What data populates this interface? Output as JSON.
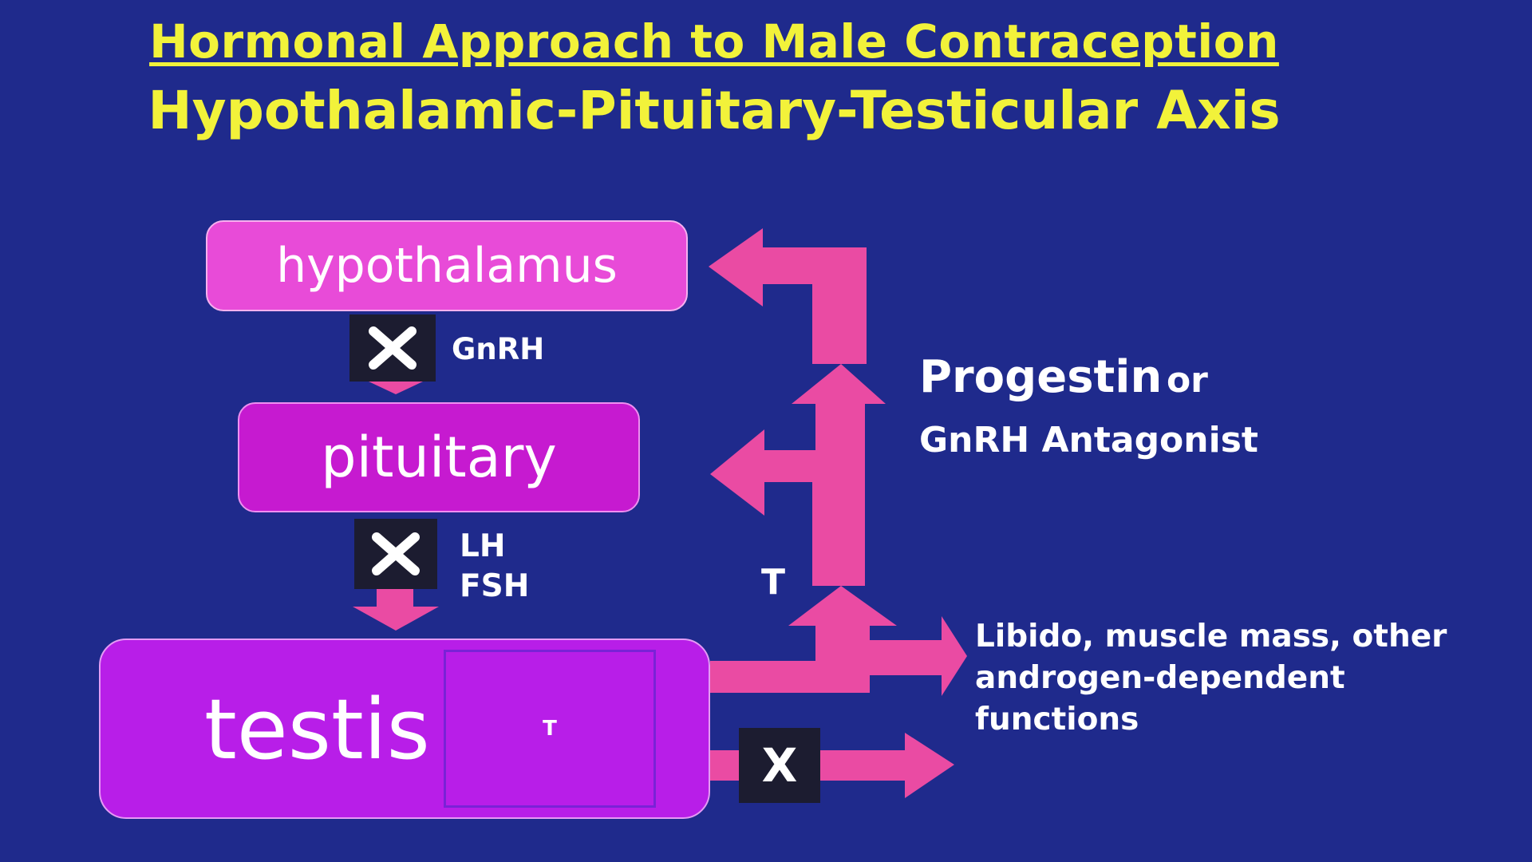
{
  "title": "Hormonal Approach to Male Contraception",
  "subtitle": "Hypothalamic-Pituitary-Testicular Axis",
  "boxes": {
    "hypothalamus": "hypothalamus",
    "pituitary": "pituitary",
    "testis": "testis",
    "testis_inner": "T"
  },
  "signals": {
    "gnrh": "GnRH",
    "lh": "LH",
    "fsh": "FSH",
    "t": "T"
  },
  "block_marker": "X",
  "feedback": {
    "line1_main": "Progestin",
    "line1_connector": "or",
    "line2": "GnRH Antagonist"
  },
  "effects": {
    "line1": "Libido, muscle mass, other",
    "line2": "androgen-dependent functions"
  },
  "colors": {
    "background": "#1f2a8c",
    "title": "#f2f23a",
    "hypothalamus_fill": "#e84bd8",
    "pituitary_fill": "#c61ad0",
    "testis_fill": "#b81ee8",
    "arrow": "#ea4ba3",
    "block_box": "#1c1c30"
  }
}
